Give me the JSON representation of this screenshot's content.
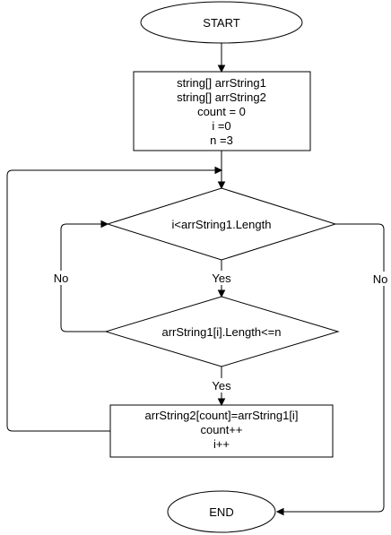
{
  "nodes": {
    "start": {
      "label": "START"
    },
    "init": {
      "lines": [
        "string[] arrString1",
        "string[] arrString2",
        "count = 0",
        "i =0",
        "n =3"
      ]
    },
    "cond_loop": {
      "label": "i<arrString1.Length"
    },
    "cond_len": {
      "label": "arrString1[i].Length<=n"
    },
    "assign": {
      "lines": [
        "arrString2[count]=arrString1[i]",
        "count++",
        "i++"
      ]
    },
    "end": {
      "label": "END"
    }
  },
  "edges": {
    "loop_yes": "Yes",
    "len_yes": "Yes",
    "len_no": "No",
    "loop_no": "No"
  }
}
